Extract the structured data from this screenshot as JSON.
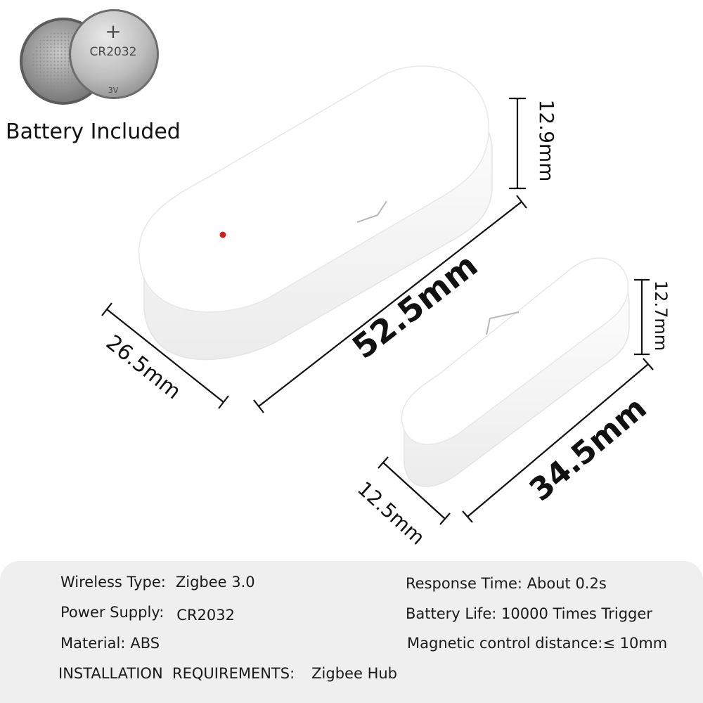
{
  "battery": {
    "caption": "Battery Included",
    "coin_type": "CR2032",
    "coin_voltage": "3V",
    "coin_plus": "+"
  },
  "dimensions": {
    "large_height": "12.9mm",
    "large_length": "52.5mm",
    "large_width": "26.5mm",
    "small_height": "12.7mm",
    "small_length": "34.5mm",
    "small_width": "12.5mm"
  },
  "specs": {
    "wireless_label": "Wireless Type:",
    "wireless_value": "Zigbee 3.0",
    "power_label": "Power Supply:",
    "power_value": "CR2032",
    "material_label": "Material:",
    "material_value": "ABS",
    "install_label": "INSTALLATION  REQUIREMENTS:",
    "install_value": "Zigbee Hub",
    "response": "Response Time: About 0.2s",
    "battery_life": "Battery Life: 10000 Times Trigger",
    "magnetic": "Magnetic control distance:≤ 10mm"
  },
  "colors": {
    "indicator_led": "#d01f1f",
    "panel_bg": "#efefef"
  }
}
